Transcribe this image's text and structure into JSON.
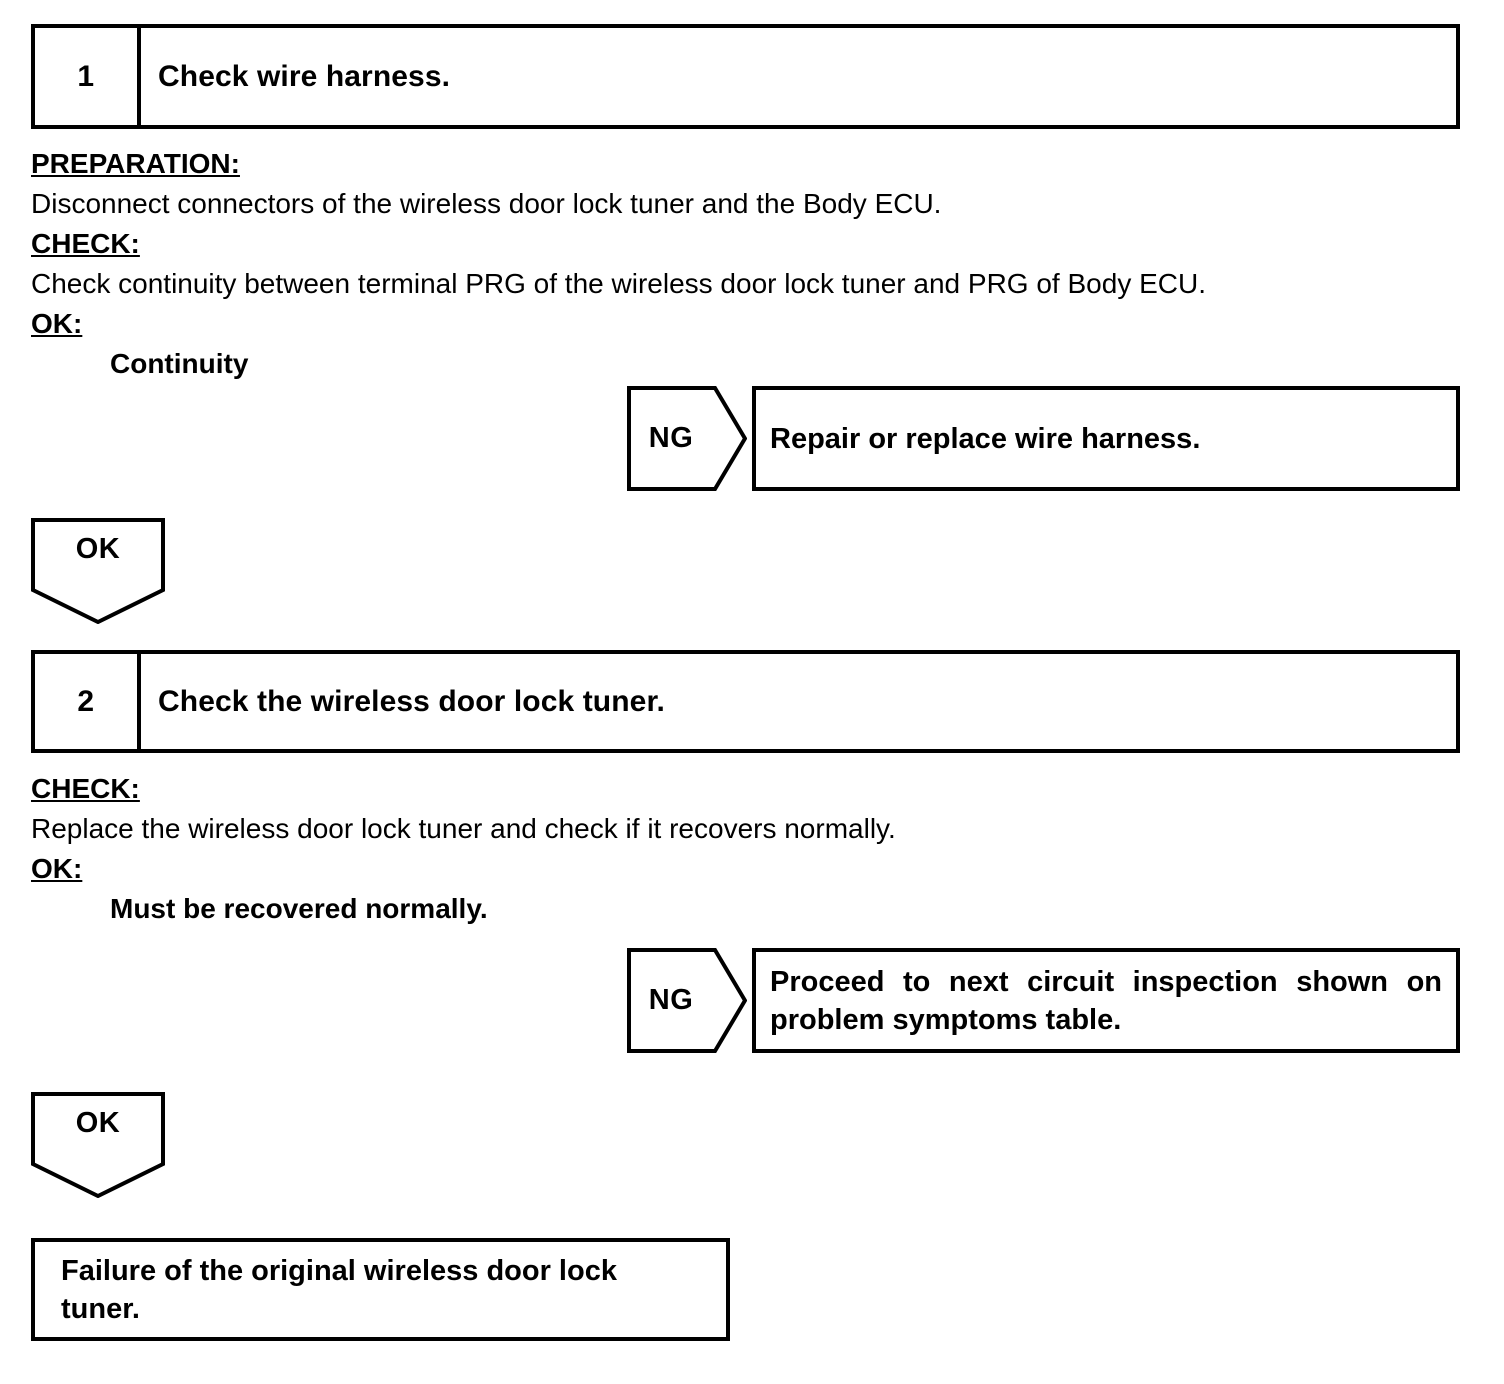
{
  "document": {
    "type": "diagnostic-troubleshooting-flowchart"
  },
  "steps": [
    {
      "number": "1",
      "title": "Check wire harness.",
      "lines": [
        {
          "kind": "heading",
          "text": "PREPARATION:"
        },
        {
          "kind": "body",
          "text": "Disconnect connectors of the wireless door lock tuner and the Body ECU."
        },
        {
          "kind": "heading",
          "text": "CHECK:"
        },
        {
          "kind": "body",
          "text": "Check continuity between terminal PRG of the wireless door lock tuner and PRG of Body ECU."
        },
        {
          "kind": "heading",
          "text": "OK:"
        },
        {
          "kind": "spec",
          "text": "Continuity"
        }
      ],
      "ng": {
        "label": "NG",
        "result": "Repair or replace wire harness."
      },
      "ok": {
        "label": "OK"
      }
    },
    {
      "number": "2",
      "title": "Check the wireless door lock tuner.",
      "lines": [
        {
          "kind": "heading",
          "text": "CHECK:"
        },
        {
          "kind": "body",
          "text": "Replace the wireless door lock tuner and check if it recovers normally."
        },
        {
          "kind": "heading",
          "text": "OK:"
        },
        {
          "kind": "spec",
          "text": "Must be recovered normally."
        }
      ],
      "ng": {
        "label": "NG",
        "result": "Proceed to next circuit inspection shown on problem symptoms table."
      },
      "ok": {
        "label": "OK"
      }
    }
  ],
  "conclusion": {
    "text": "Failure of the original wireless door lock tuner."
  },
  "colors": {
    "ink": "#000000",
    "paper": "#ffffff"
  }
}
